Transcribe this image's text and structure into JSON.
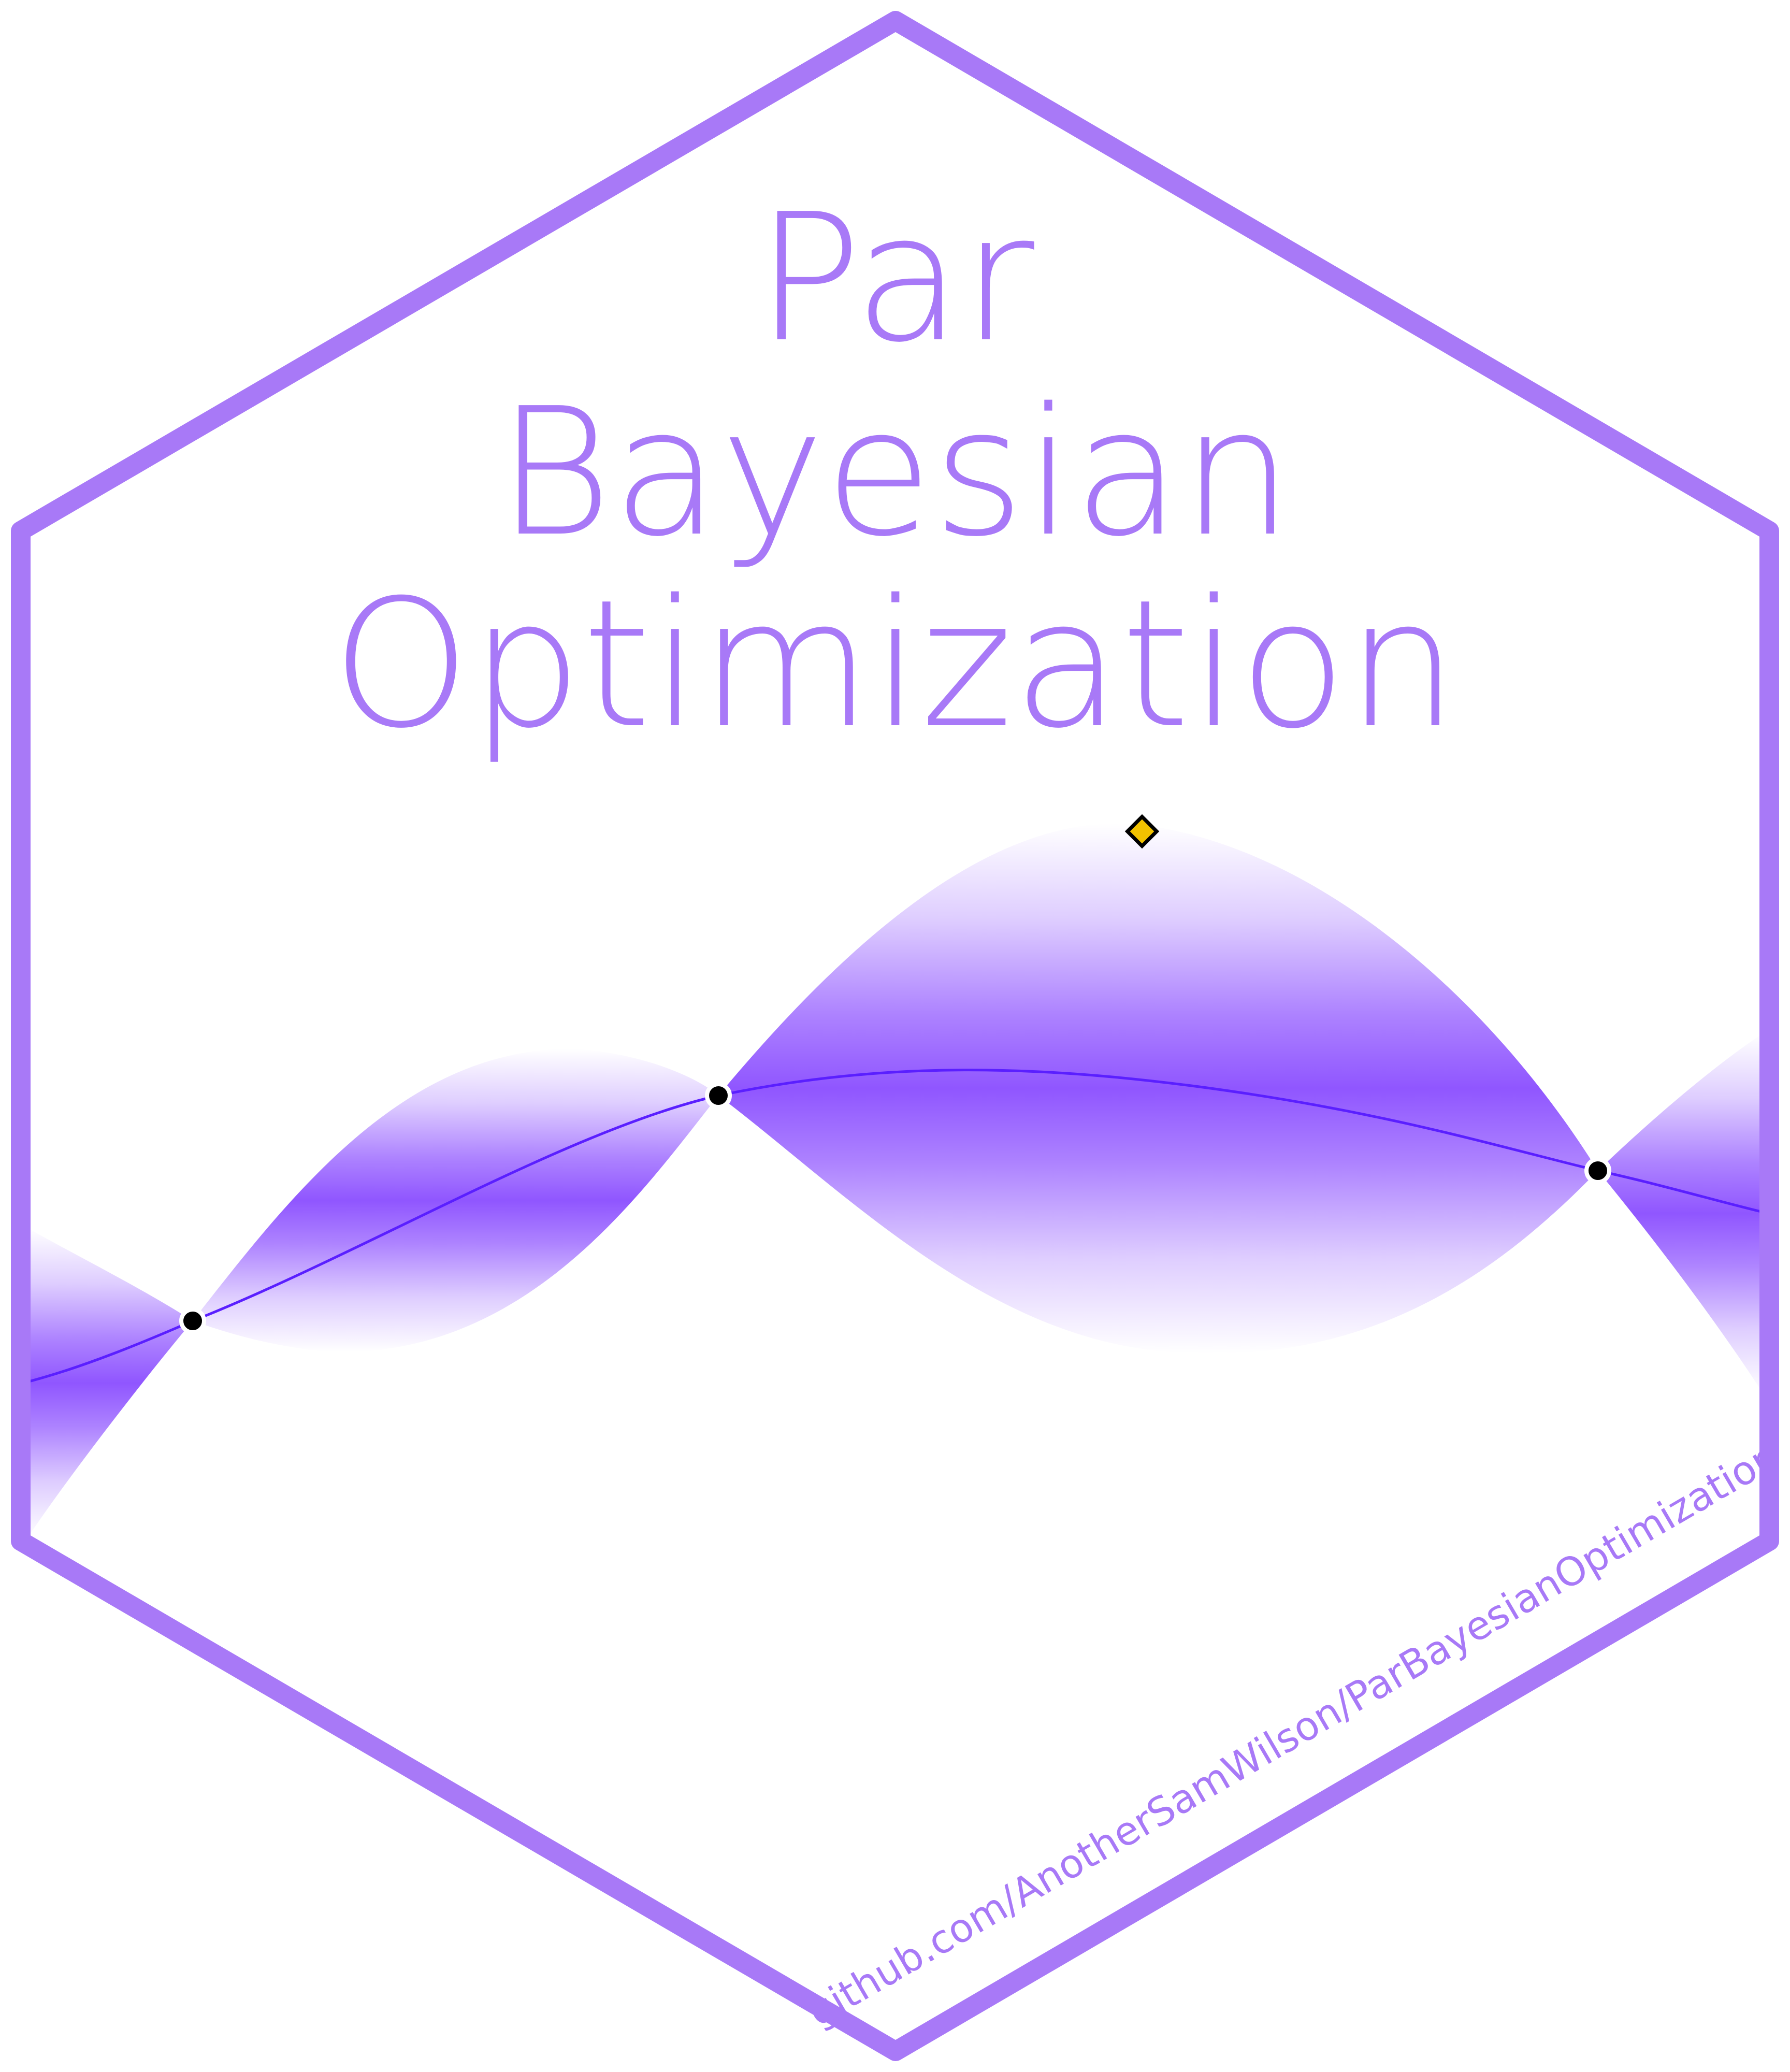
{
  "logo": {
    "title_lines": [
      "Par",
      "Bayesian",
      "Optimization"
    ],
    "url": "github.com/AnotherSamWilson/ParBayesianOptimization"
  },
  "colors": {
    "background": "#ffffff",
    "hex_border": "#a879f7",
    "title": "#a879f7",
    "url": "#a879f7",
    "band": "#8a4dff",
    "mean_line": "#5a1fff",
    "observed_point": "#000000",
    "proposed_point": "#f2c200"
  },
  "icons": {
    "observed_point": "black-dot-icon",
    "proposed_point": "yellow-diamond-icon"
  }
}
